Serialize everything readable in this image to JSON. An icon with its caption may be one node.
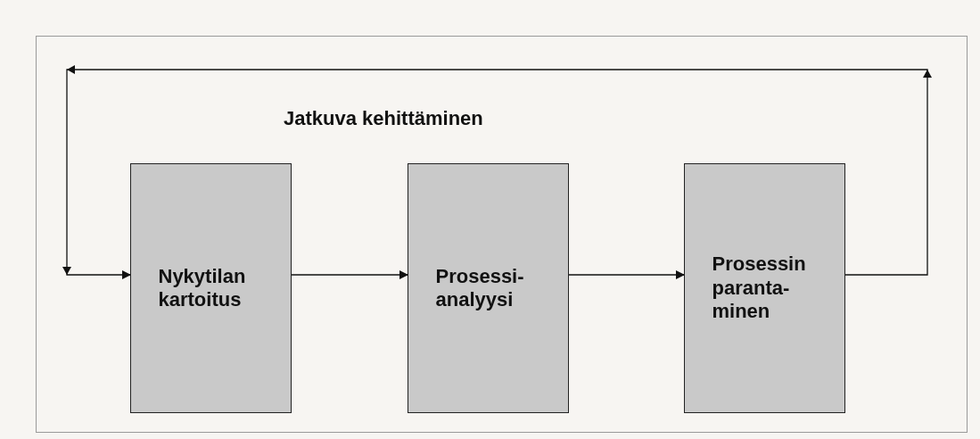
{
  "diagram": {
    "nodes": [
      {
        "text": [
          "Nykytilan kartoitus"
        ]
      },
      {
        "text": [
          "Prosessi-analyysi"
        ]
      },
      {
        "text": [
          "Prosessin paranta-minen"
        ]
      }
    ],
    "edges": [
      {
        "from": 0,
        "to": 1,
        "arrow": "to"
      },
      {
        "from": 1,
        "to": 2,
        "arrow": "to"
      },
      {
        "from": 2,
        "to": 0,
        "arrow": "to",
        "label": "Jatkuva kehittäminen"
      }
    ]
  }
}
